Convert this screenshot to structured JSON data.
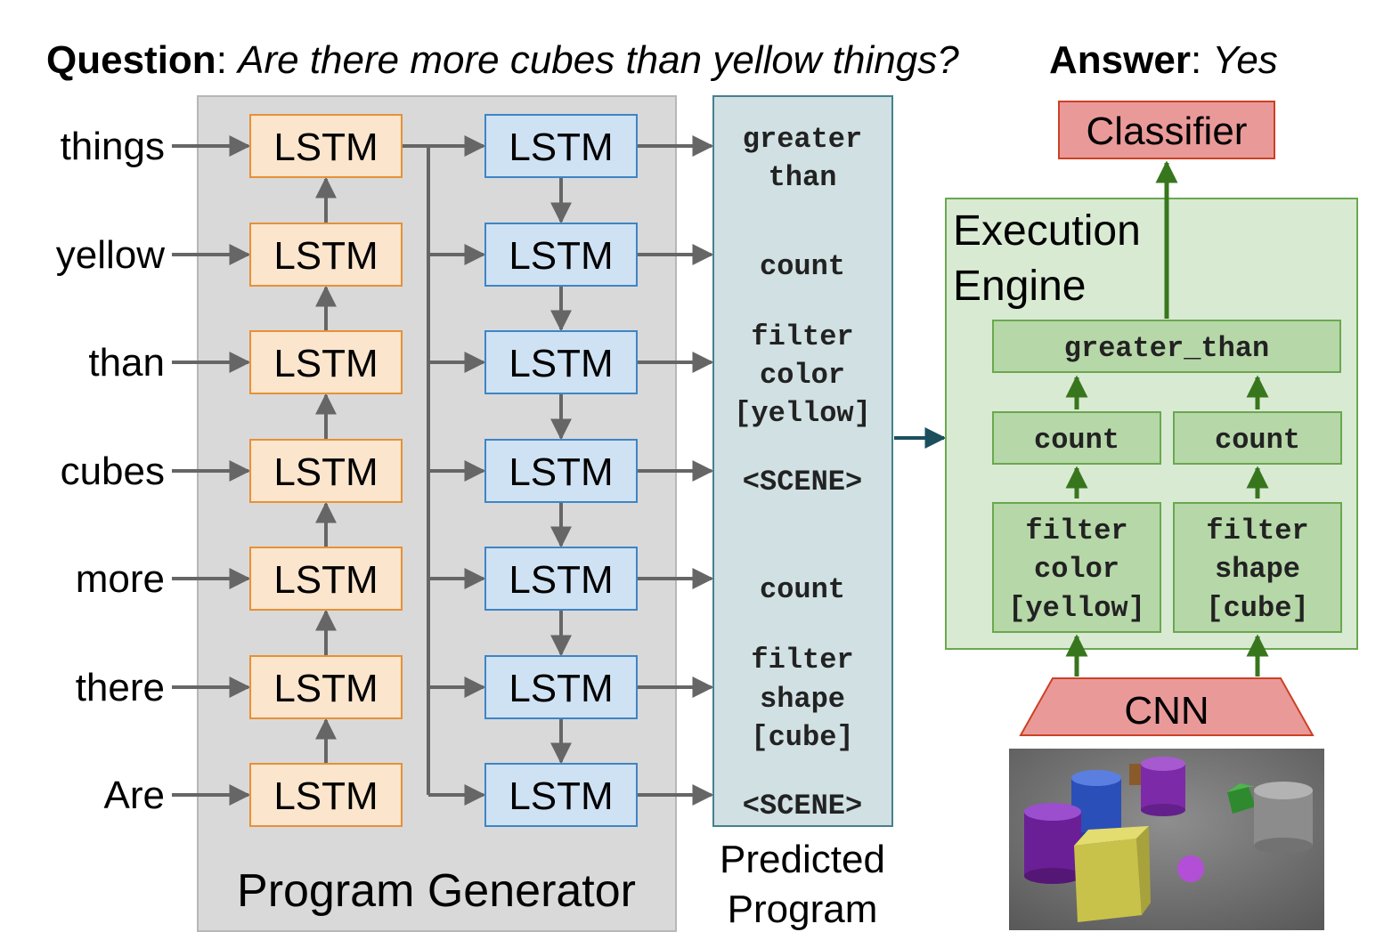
{
  "header": {
    "question_label": "Question",
    "question_text": "Are there more cubes than yellow things?",
    "answer_label": "Answer",
    "answer_text": "Yes"
  },
  "words": [
    "things",
    "yellow",
    "than",
    "cubes",
    "more",
    "there",
    "Are"
  ],
  "encoder_label": "LSTM",
  "decoder_label": "LSTM",
  "program_generator_label": "Program Generator",
  "predicted_program": {
    "tokens": [
      [
        "greater",
        "than"
      ],
      [
        "count"
      ],
      [
        "filter",
        "color",
        "[yellow]"
      ],
      [
        "<SCENE>"
      ],
      [
        "count"
      ],
      [
        "filter",
        "shape",
        "[cube]"
      ],
      [
        "<SCENE>"
      ]
    ],
    "label_line1": "Predicted",
    "label_line2": "Program"
  },
  "execution_engine": {
    "label_line1": "Execution",
    "label_line2": "Engine",
    "top_module": "greater_than",
    "left_count": "count",
    "right_count": "count",
    "left_filter": [
      "filter",
      "color",
      "[yellow]"
    ],
    "right_filter": [
      "filter",
      "shape",
      "[cube]"
    ]
  },
  "classifier_label": "Classifier",
  "cnn_label": "CNN",
  "colors": {
    "encoder_fill": "#fce5cd",
    "encoder_stroke": "#e69138",
    "decoder_fill": "#cfe2f3",
    "decoder_stroke": "#3d85c6",
    "generator_bg": "#d9d9d9",
    "program_bg": "#d0e0e3",
    "program_stroke": "#45818e",
    "engine_bg": "#d9ead3",
    "engine_module": "#b6d7a8",
    "engine_stroke": "#6aa84f",
    "green_arrow": "#38761d",
    "red_fill": "#ea9999",
    "red_stroke": "#cc4125",
    "gray_arrow": "#666666"
  }
}
